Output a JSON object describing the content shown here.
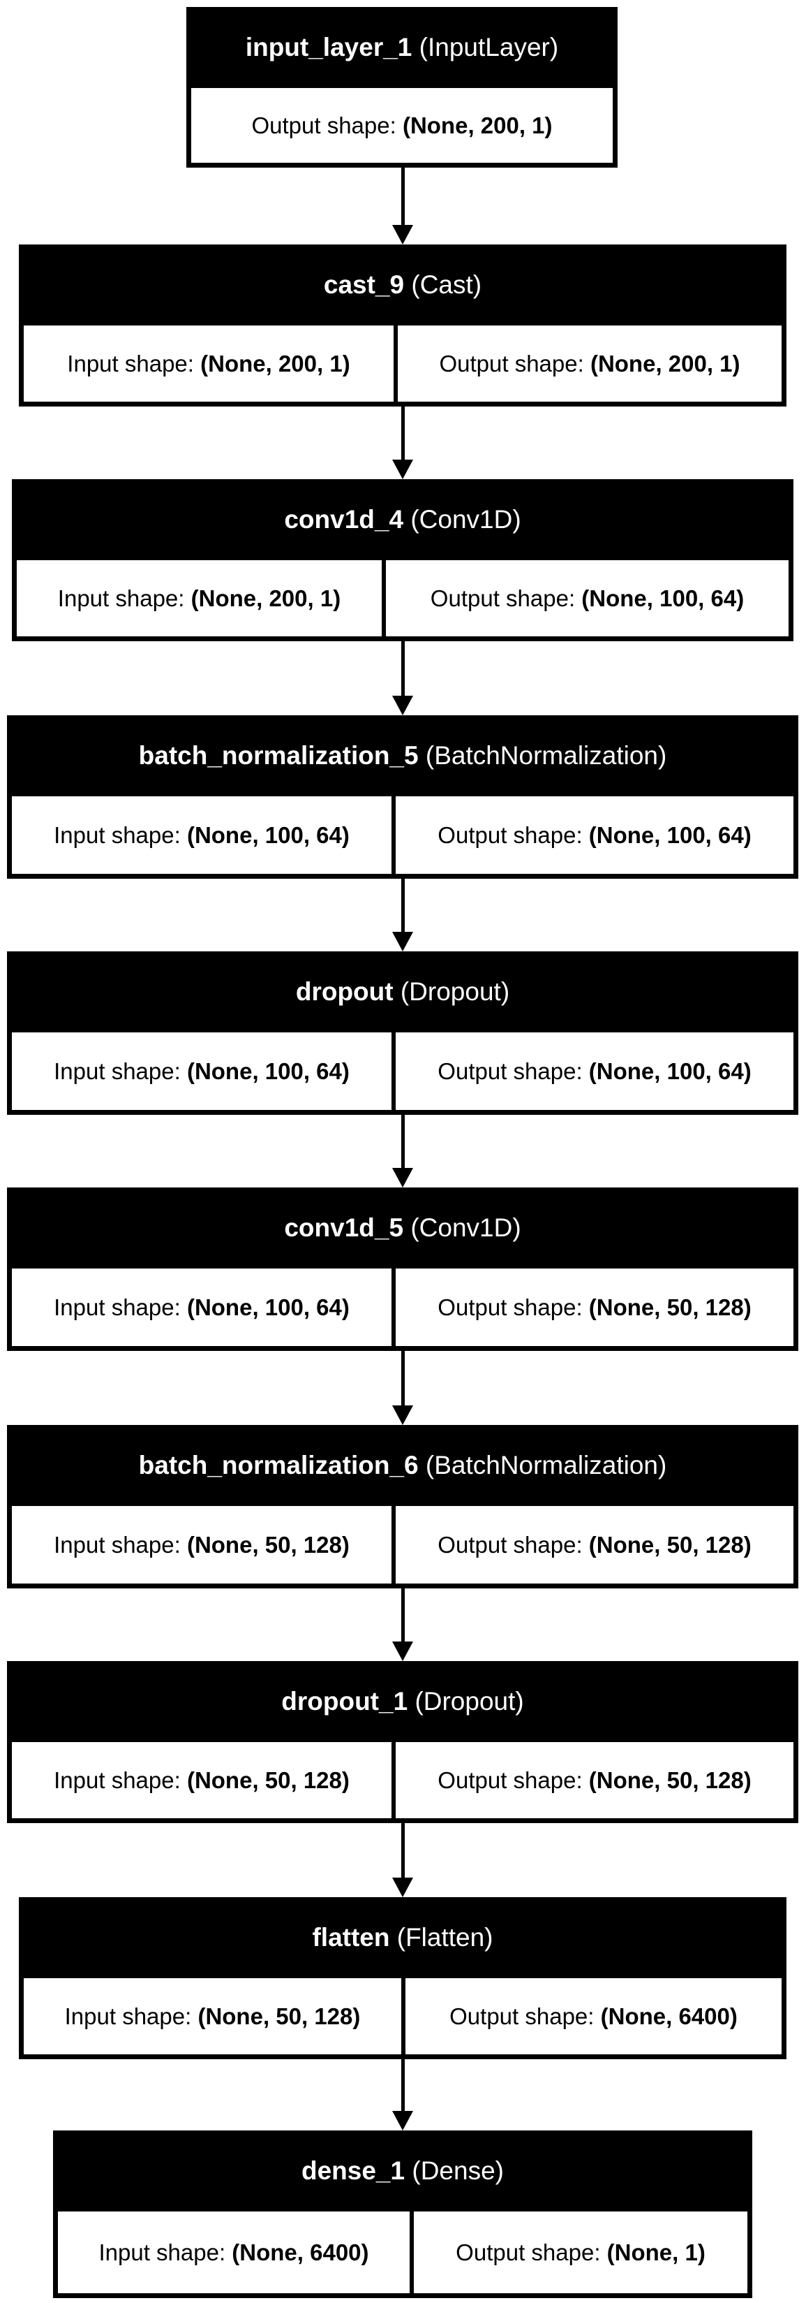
{
  "labels": {
    "input_shape": "Input shape: ",
    "output_shape": "Output shape: "
  },
  "layers": [
    {
      "name": "input_layer_1",
      "type": "(InputLayer)",
      "output_shape": "(None, 200, 1)"
    },
    {
      "name": "cast_9",
      "type": "(Cast)",
      "input_shape": "(None, 200, 1)",
      "output_shape": "(None, 200, 1)"
    },
    {
      "name": "conv1d_4",
      "type": "(Conv1D)",
      "input_shape": "(None, 200, 1)",
      "output_shape": "(None, 100, 64)"
    },
    {
      "name": "batch_normalization_5",
      "type": "(BatchNormalization)",
      "input_shape": "(None, 100, 64)",
      "output_shape": "(None, 100, 64)"
    },
    {
      "name": "dropout",
      "type": "(Dropout)",
      "input_shape": "(None, 100, 64)",
      "output_shape": "(None, 100, 64)"
    },
    {
      "name": "conv1d_5",
      "type": "(Conv1D)",
      "input_shape": "(None, 100, 64)",
      "output_shape": "(None, 50, 128)"
    },
    {
      "name": "batch_normalization_6",
      "type": "(BatchNormalization)",
      "input_shape": "(None, 50, 128)",
      "output_shape": "(None, 50, 128)"
    },
    {
      "name": "dropout_1",
      "type": "(Dropout)",
      "input_shape": "(None, 50, 128)",
      "output_shape": "(None, 50, 128)"
    },
    {
      "name": "flatten",
      "type": "(Flatten)",
      "input_shape": "(None, 50, 128)",
      "output_shape": "(None, 6400)"
    },
    {
      "name": "dense_1",
      "type": "(Dense)",
      "input_shape": "(None, 6400)",
      "output_shape": "(None, 1)"
    }
  ]
}
